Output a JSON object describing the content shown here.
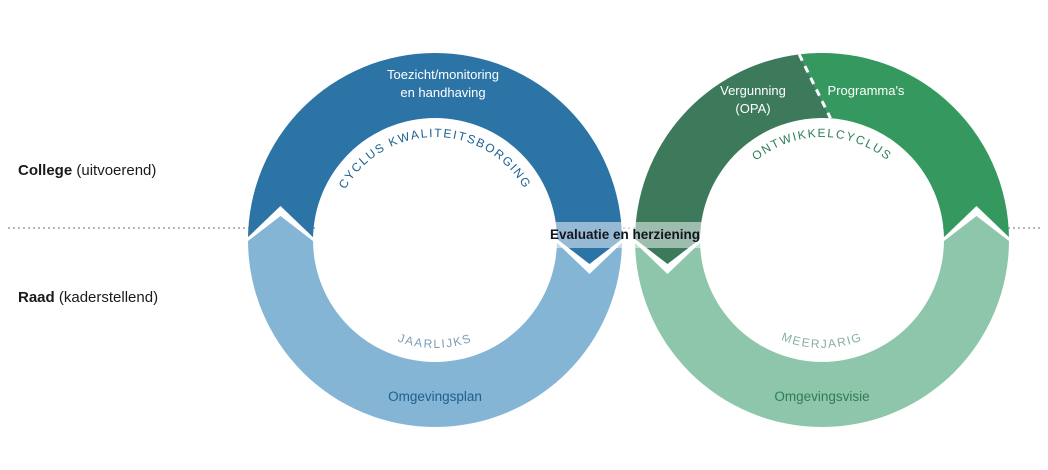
{
  "colors": {
    "darkBlue": "#2d74a6",
    "lightBlue": "#84b5d5",
    "darkGreen": "#3d7a5c",
    "brightGreen": "#35985f",
    "lightGreen": "#8dc6aa",
    "blueLabel": "#1d6090",
    "blueMuted": "#7b9fb8",
    "greenLabel": "#2f7d55",
    "greenMuted": "#86b29c",
    "textDark": "#141420",
    "dottedLine": "#8a8a8a"
  },
  "side_labels": {
    "college_bold": "College",
    "college_rest": " (uitvoerend)",
    "raad_bold": "Raad",
    "raad_rest": " (kaderstellend)"
  },
  "center_label": "Evaluatie en herziening",
  "left_cycle": {
    "top_label": "Toezicht/monitoring\nen handhaving",
    "curved_top": "CYCLUS KWALITEITSBORGING",
    "curved_bottom": "JAARLIJKS",
    "bottom_label": "Omgevingsplan"
  },
  "right_cycle": {
    "segment_left_label": "Vergunning\n(OPA)",
    "segment_right_label": "Programma's",
    "curved_top": "ONTWIKKELCYCLUS",
    "curved_bottom": "MEERJARIG",
    "bottom_label": "Omgevingsvisie"
  }
}
